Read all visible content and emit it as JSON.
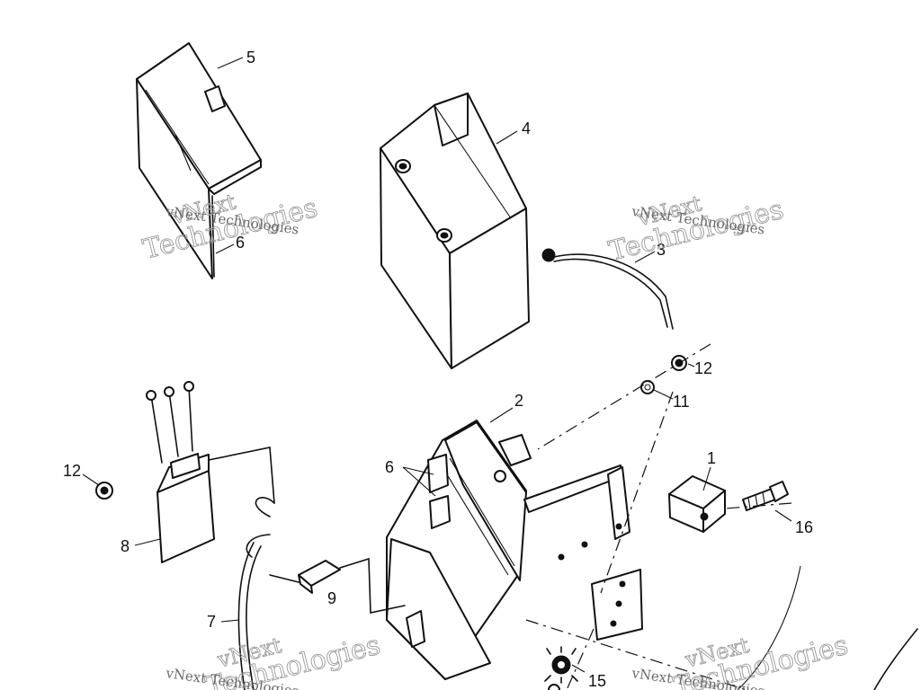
{
  "callouts": {
    "c1": "1",
    "c2": "2",
    "c3": "3",
    "c4": "4",
    "c5": "5",
    "c6a": "6",
    "c6b": "6",
    "c7": "7",
    "c8": "8",
    "c9": "9",
    "c11": "11",
    "c12a": "12",
    "c12b": "12",
    "c15": "15",
    "c16": "16"
  },
  "watermark": {
    "line1": "vNext",
    "line2": "Technologies",
    "small": "vNext Technologies"
  },
  "colors": {
    "ink": "#111111",
    "watermark": "#9a9a9a"
  }
}
